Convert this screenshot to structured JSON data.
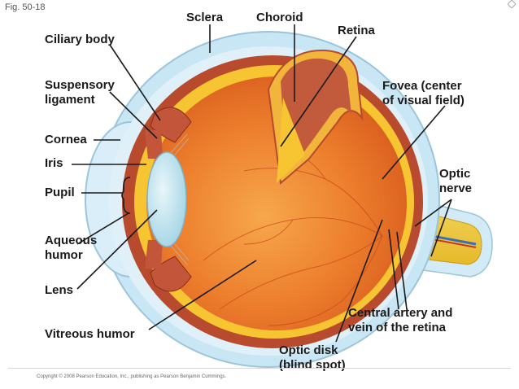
{
  "figure_label": "Fig. 50-18",
  "labels": {
    "sclera": "Sclera",
    "choroid": "Choroid",
    "retina": "Retina",
    "ciliary_body": "Ciliary body",
    "suspensory_ligament_line1": "Suspensory",
    "suspensory_ligament_line2": "ligament",
    "fovea_line1": "Fovea (center",
    "fovea_line2": "of visual field)",
    "cornea": "Cornea",
    "iris": "Iris",
    "optic_nerve_line1": "Optic",
    "optic_nerve_line2": "nerve",
    "pupil": "Pupil",
    "aqueous_humor_line1": "Aqueous",
    "aqueous_humor_line2": "humor",
    "lens": "Lens",
    "central_artery_line1": "Central artery and",
    "central_artery_line2": "vein of the retina",
    "vitreous_humor": "Vitreous humor",
    "optic_disk_line1": "Optic disk",
    "optic_disk_line2": "(blind spot)"
  },
  "copyright": "Copyright © 2008 Pearson Education, Inc., publishing as Pearson Benjamin Cummings.",
  "colors": {
    "sclera_outer": "#c9e6f5",
    "sclera_inner": "#dff0f9",
    "choroid": "#b84a2e",
    "retina": "#f7c531",
    "vitreous": "#e9782a",
    "vitreous_highlight": "#f5a24a",
    "lens": "#bfe3ef",
    "iris": "#c2553a",
    "leader_line": "#1a1a1a"
  }
}
